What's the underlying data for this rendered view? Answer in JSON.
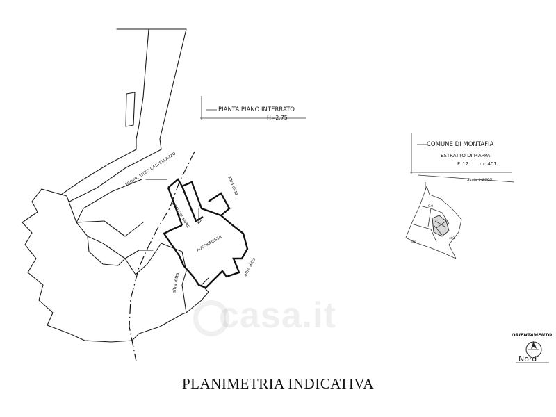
{
  "caption": "PLANIMETRIA INDICATIVA",
  "watermark": "casa.it",
  "plan_title": {
    "line1": "PIANTA PIANO INTERRATO",
    "line2": "H=2,75"
  },
  "cadastral_box": {
    "comune": "COMUNE DI MONTAFIA",
    "estratto": "ESTRATTO DI MAPPA",
    "foglio": "F. 12",
    "mappale": "m: 401",
    "scala": "Scala 1:2000"
  },
  "room_labels": {
    "autorimessa": "AUTORIMESSA",
    "locale": "LOCALE COMUNE",
    "strada": "PROPR. ENZO CASTELLAZZO",
    "altra_ditta_1": "altra ditta",
    "altra_ditta_2": "altra ditta",
    "altra_ditta_3": "altra ditta"
  },
  "map_labels": {
    "parcel_a": "S.9",
    "parcel_b": "346",
    "parcel_c": "401"
  },
  "orientation": {
    "label": "ORIENTAMENTO",
    "nord": "Nord",
    "icon": "north-arrow-icon"
  }
}
